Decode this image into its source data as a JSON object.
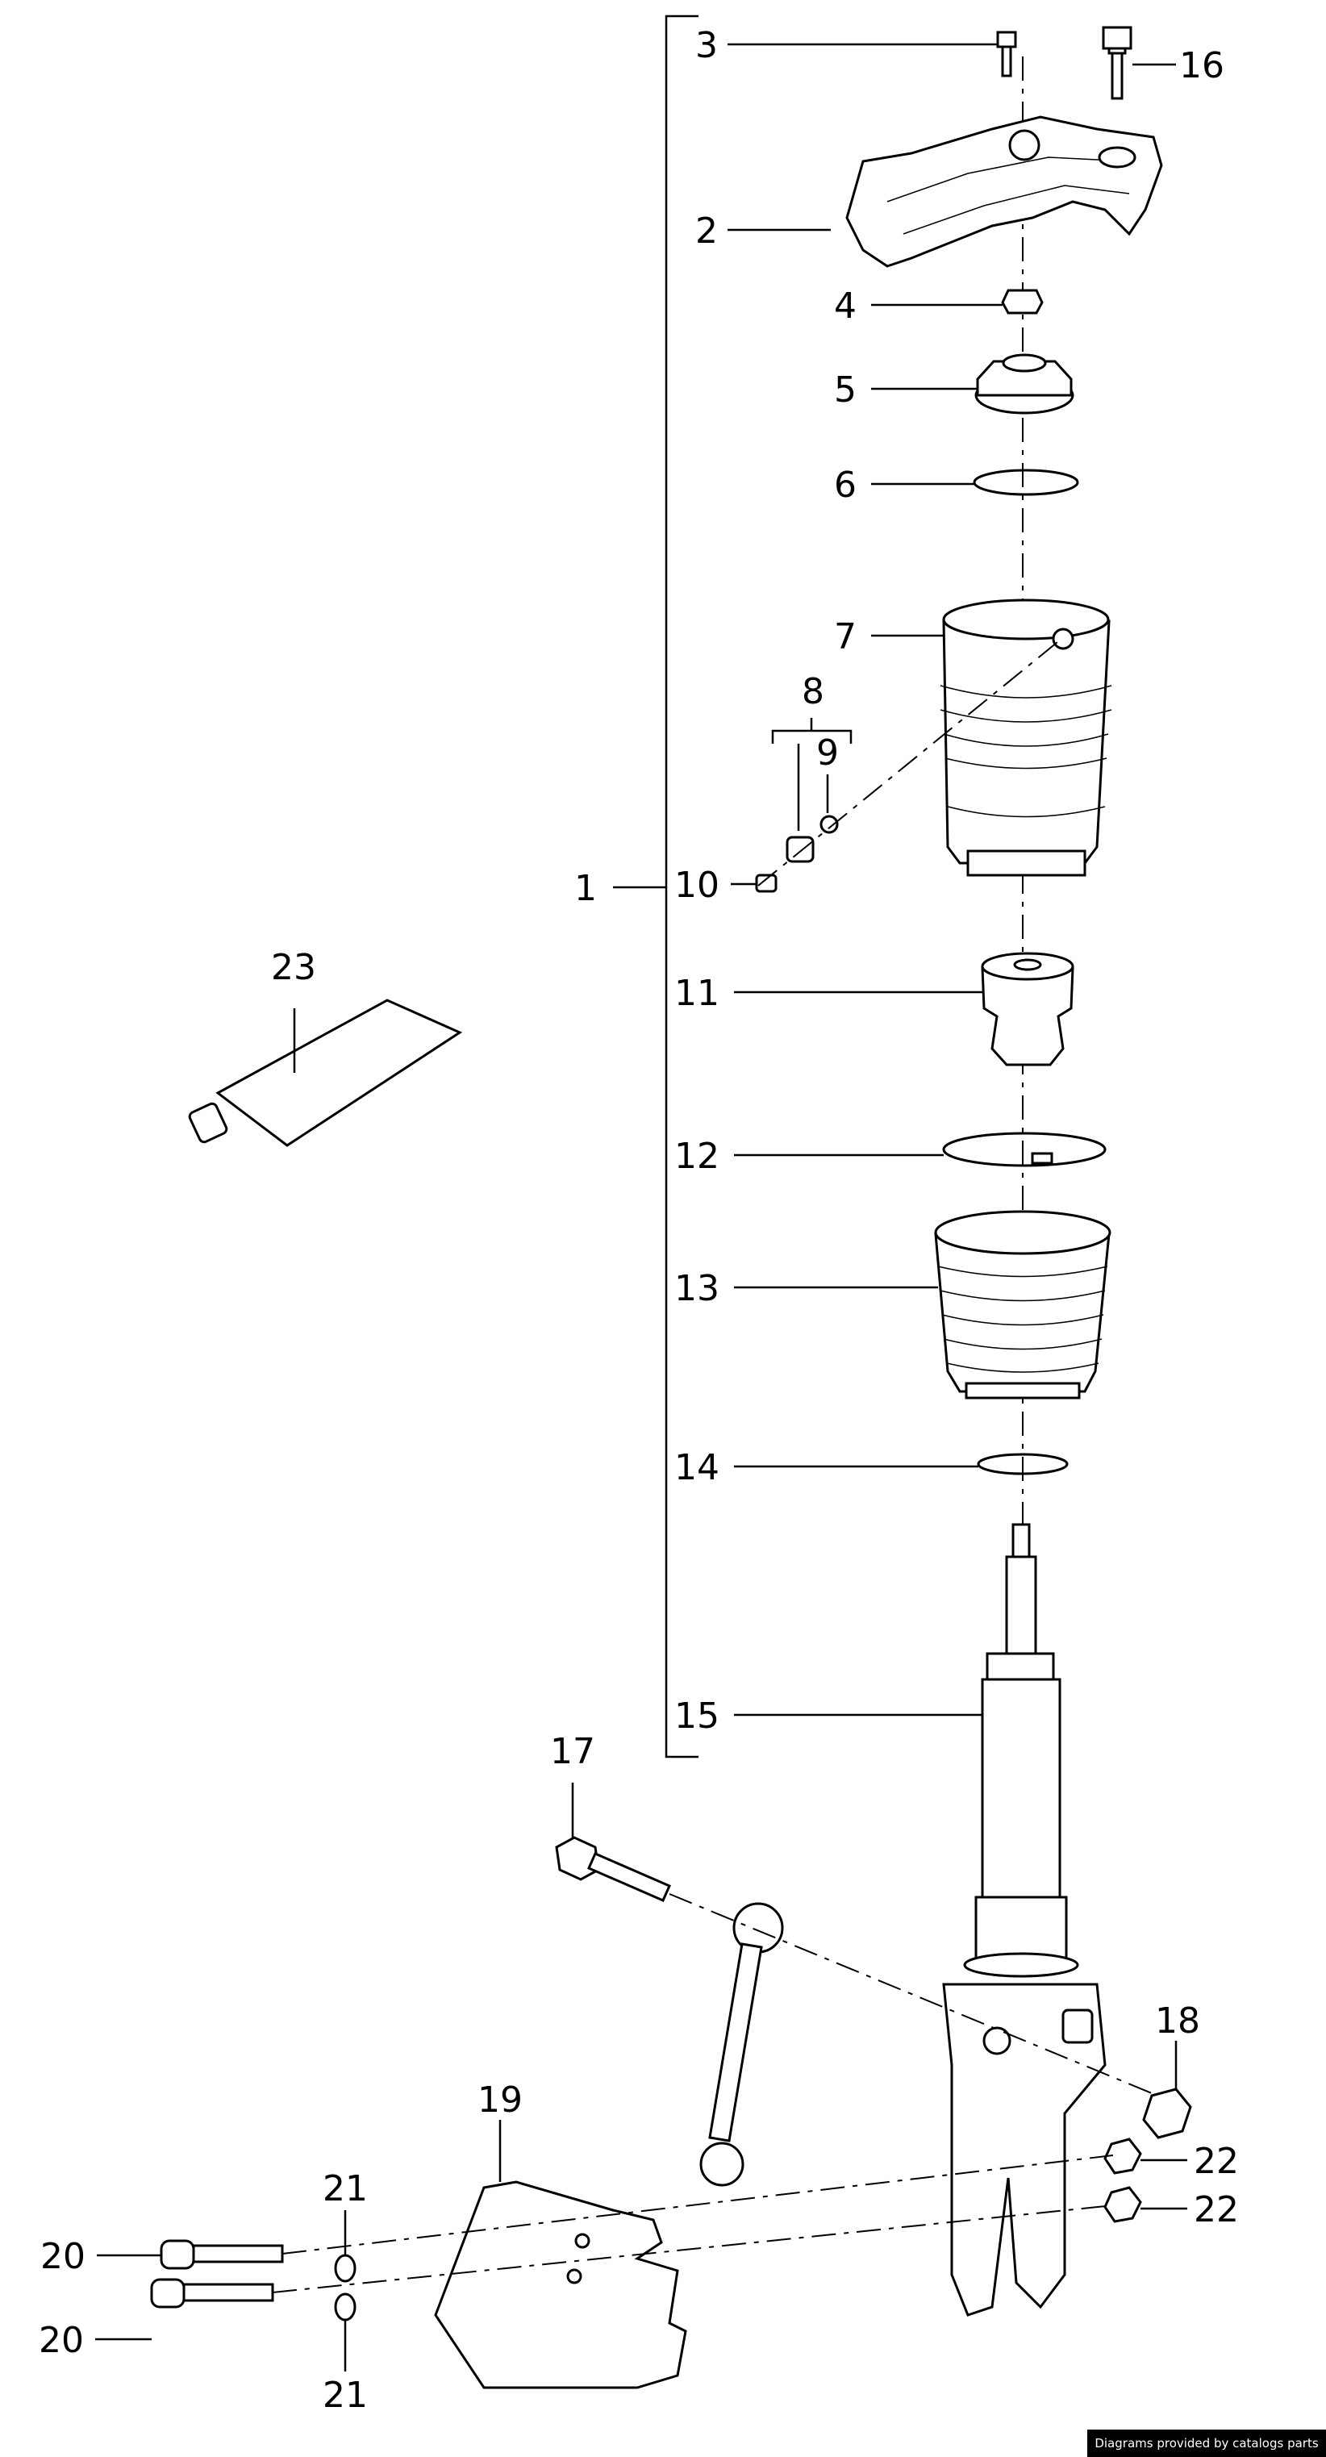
{
  "callouts": {
    "c1": "1",
    "c2": "2",
    "c3": "3",
    "c4": "4",
    "c5": "5",
    "c6": "6",
    "c7": "7",
    "c8": "8",
    "c9": "9",
    "c10": "10",
    "c11": "11",
    "c12": "12",
    "c13": "13",
    "c14": "14",
    "c15": "15",
    "c16": "16",
    "c17": "17",
    "c18": "18",
    "c19": "19",
    "c20a": "20",
    "c20b": "20",
    "c21a": "21",
    "c21b": "21",
    "c22a": "22",
    "c22b": "22",
    "c23": "23"
  },
  "footer": {
    "credit": "Diagrams provided by catalogs parts"
  }
}
